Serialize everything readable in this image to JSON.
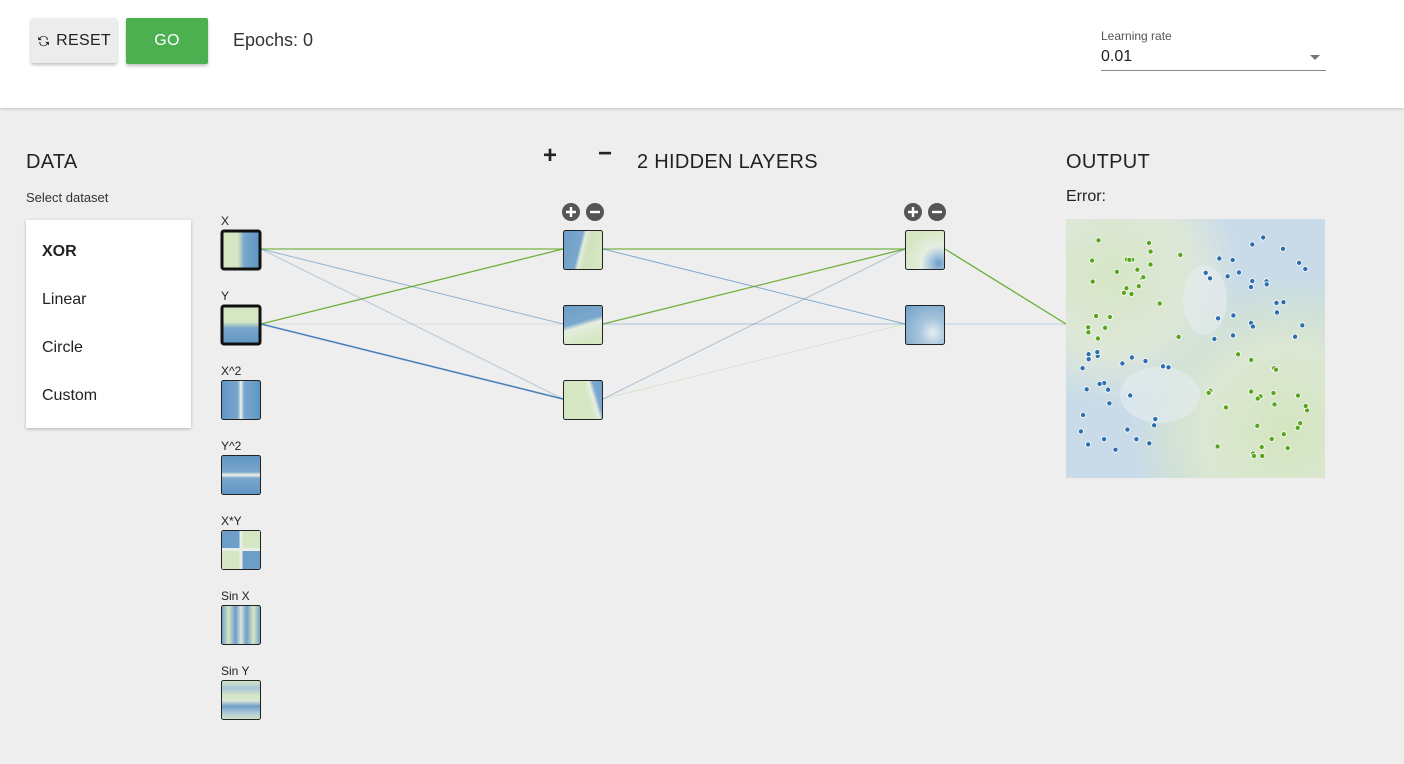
{
  "toolbar": {
    "reset_label": "RESET",
    "go_label": "GO",
    "epochs_text": "Epochs: 0",
    "learning_rate_label": "Learning rate",
    "learning_rate_value": "0.01"
  },
  "data_panel": {
    "title": "DATA",
    "subtitle": "Select dataset",
    "datasets": [
      {
        "label": "XOR",
        "selected": true
      },
      {
        "label": "Linear",
        "selected": false
      },
      {
        "label": "Circle",
        "selected": false
      },
      {
        "label": "Custom",
        "selected": false
      }
    ]
  },
  "network": {
    "add_layer_symbol": "+",
    "remove_layer_symbol": "−",
    "hidden_layers_title": "2 HIDDEN LAYERS",
    "features": [
      {
        "label": "X",
        "active": true
      },
      {
        "label": "Y",
        "active": true
      },
      {
        "label": "X^2",
        "active": false
      },
      {
        "label": "Y^2",
        "active": false
      },
      {
        "label": "X*Y",
        "active": false
      },
      {
        "label": "Sin X",
        "active": false
      },
      {
        "label": "Sin Y",
        "active": false
      }
    ],
    "hidden_layers": [
      {
        "neurons": 3
      },
      {
        "neurons": 2
      }
    ]
  },
  "output_panel": {
    "title": "OUTPUT",
    "error_label": "Error:"
  },
  "colors": {
    "positive": "#5aa51f",
    "negative": "#2b6fb2",
    "bg_blue": "#c8d9e8",
    "bg_green": "#d7e6c3",
    "green_button": "#4caf50"
  }
}
